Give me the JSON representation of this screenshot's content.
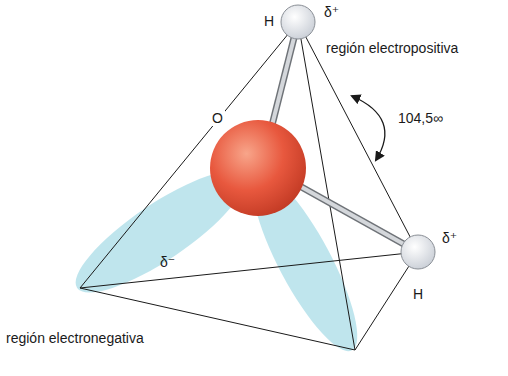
{
  "diagram": {
    "labels": [
      "H",
      "δ⁺",
      "región electropositiva",
      "104,5∞",
      "O",
      "δ⁺",
      "H",
      "δ⁻",
      "región electronegativa"
    ]
  }
}
